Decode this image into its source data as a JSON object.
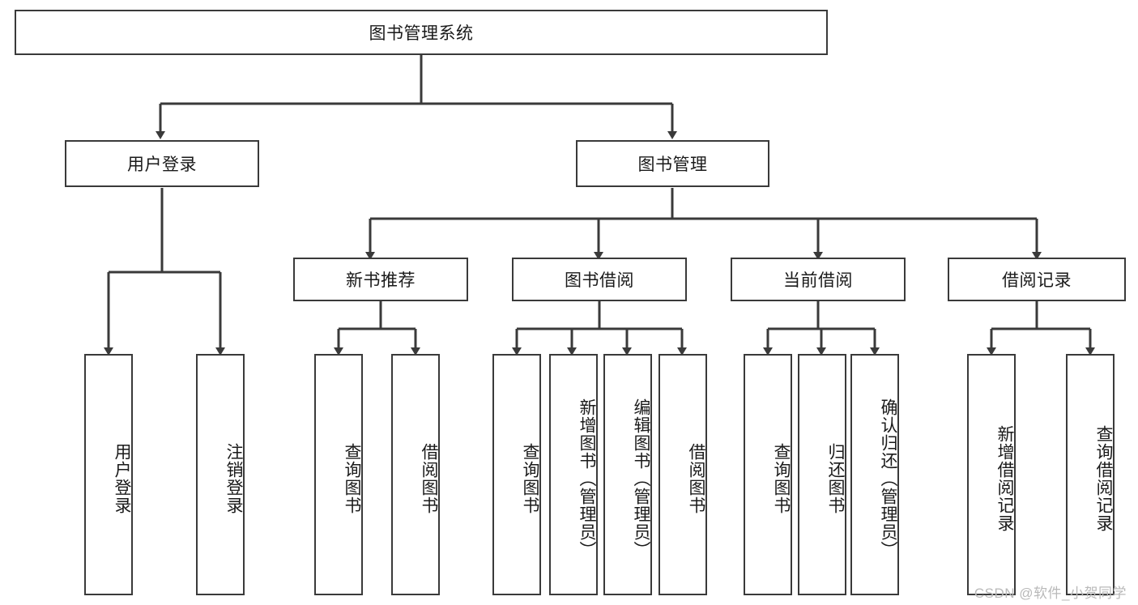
{
  "diagram": {
    "title": "图书管理系统",
    "type": "tree-hierarchy-diagram",
    "colors": {
      "box_border": "#3a3a3a",
      "box_fill": "#ffffff",
      "connector": "#3a3a3a",
      "text": "#1a1a1a",
      "watermark": "#b9b9b9",
      "background": "#ffffff"
    },
    "root": {
      "label": "图书管理系统"
    },
    "level2": [
      {
        "label": "用户登录"
      },
      {
        "label": "图书管理"
      }
    ],
    "level3": [
      {
        "label": "新书推荐"
      },
      {
        "label": "图书借阅"
      },
      {
        "label": "当前借阅"
      },
      {
        "label": "借阅记录"
      }
    ],
    "leaves": {
      "user_login": [
        {
          "label": "用户登录"
        },
        {
          "label": "注销登录"
        }
      ],
      "new_book_recommend": [
        {
          "label": "查询图书"
        },
        {
          "label": "借阅图书"
        }
      ],
      "book_borrow": [
        {
          "label": "查询图书"
        },
        {
          "label": "新增图书（管理员）"
        },
        {
          "label": "编辑图书（管理员）"
        },
        {
          "label": "借阅图书"
        }
      ],
      "current_borrow": [
        {
          "label": "查询图书"
        },
        {
          "label": "归还图书"
        },
        {
          "label": "确认归还（管理员）"
        }
      ],
      "borrow_record": [
        {
          "label": "新增借阅记录"
        },
        {
          "label": "查询借阅记录"
        }
      ]
    }
  },
  "watermark": {
    "text": "CSDN @软件_小贺同学"
  }
}
